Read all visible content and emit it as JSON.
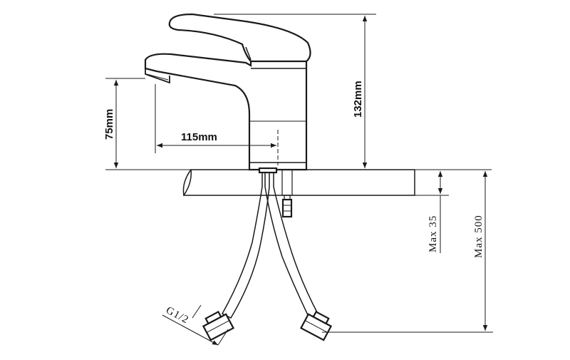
{
  "dimensions": {
    "spout_height": "75mm",
    "spout_reach": "115mm",
    "total_height": "132mm",
    "max_deck_thickness": "Max 35",
    "max_hose_length": "Max 500",
    "thread_size": "G1/2"
  }
}
